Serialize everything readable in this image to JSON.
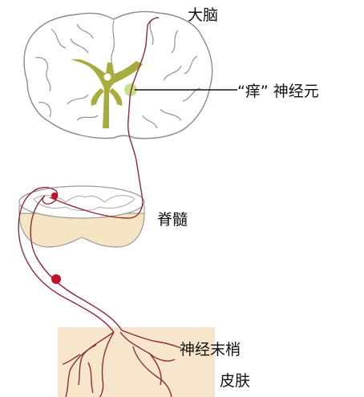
{
  "labels": {
    "brain": "大脑",
    "itch_neuron": "“痒” 神经元",
    "spinal_cord": "脊髓",
    "nerve_endings": "神经末梢",
    "skin": "皮肤"
  },
  "colors": {
    "brain_outline": "#8a8a8a",
    "ventricle": "#a7ac3c",
    "neuron_highlight": "#c6e08a",
    "nerve_fiber": "#8b2c3c",
    "spinal_fill": "#f6e5c3",
    "skin_fill": "#f8e6cc",
    "dot": "#c0102a"
  }
}
